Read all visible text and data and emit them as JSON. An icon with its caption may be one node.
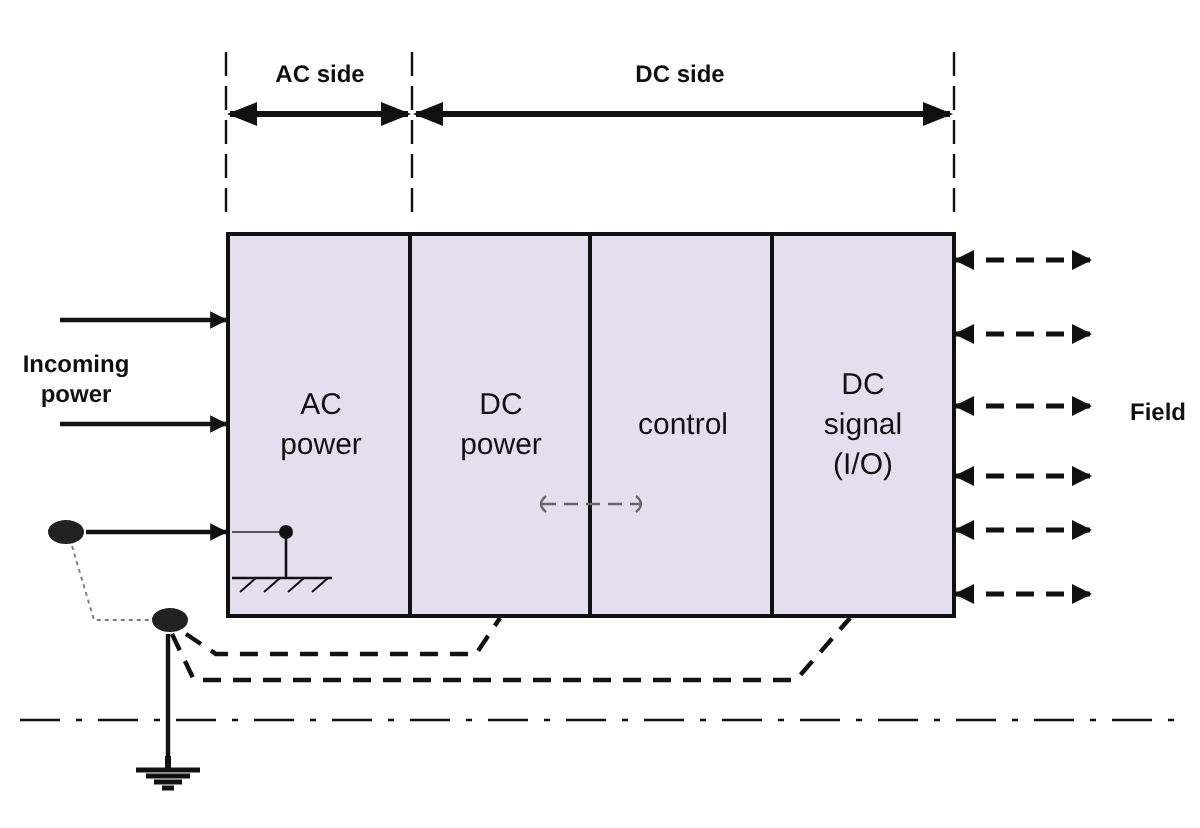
{
  "diagram": {
    "nodes": [
      {
        "text": [
          "AC power"
        ]
      },
      {
        "text": [
          "DC power"
        ]
      },
      {
        "text": [
          "control"
        ]
      },
      {
        "text": [
          "DC signal (I/O)"
        ]
      },
      {
        "text": [],
        "shape": "circle"
      },
      {
        "text": [],
        "shape": "circle"
      },
      {
        "text": [],
        "shape": "ground"
      }
    ],
    "edges": [
      {
        "from": null,
        "to": 0,
        "arrow": "to"
      },
      {
        "from": null,
        "to": 0,
        "arrow": "to"
      },
      {
        "from": 3,
        "to": null,
        "arrow": "both",
        "style": "dashed"
      },
      {
        "from": 3,
        "to": null,
        "arrow": "both",
        "style": "dashed"
      },
      {
        "from": 3,
        "to": null,
        "arrow": "both",
        "style": "dashed"
      },
      {
        "from": 3,
        "to": null,
        "arrow": "both",
        "style": "dashed"
      },
      {
        "from": 3,
        "to": null,
        "arrow": "both",
        "style": "dashed"
      },
      {
        "from": 3,
        "to": null,
        "arrow": "both",
        "style": "dashed"
      },
      {
        "from": 4,
        "to": 0,
        "arrow": "to"
      },
      {
        "from": 4,
        "to": 5,
        "arrow": "none",
        "style": "dashed",
        "color": "#808080"
      },
      {
        "from": 5,
        "to": 1,
        "arrow": "none",
        "style": "dashed"
      },
      {
        "from": 5,
        "to": 3,
        "arrow": "none",
        "style": "dashed"
      },
      {
        "from": 5,
        "to": 6,
        "arrow": "none"
      }
    ],
    "labels": [
      "AC side",
      "DC side",
      "Incoming power",
      "Field"
    ]
  }
}
